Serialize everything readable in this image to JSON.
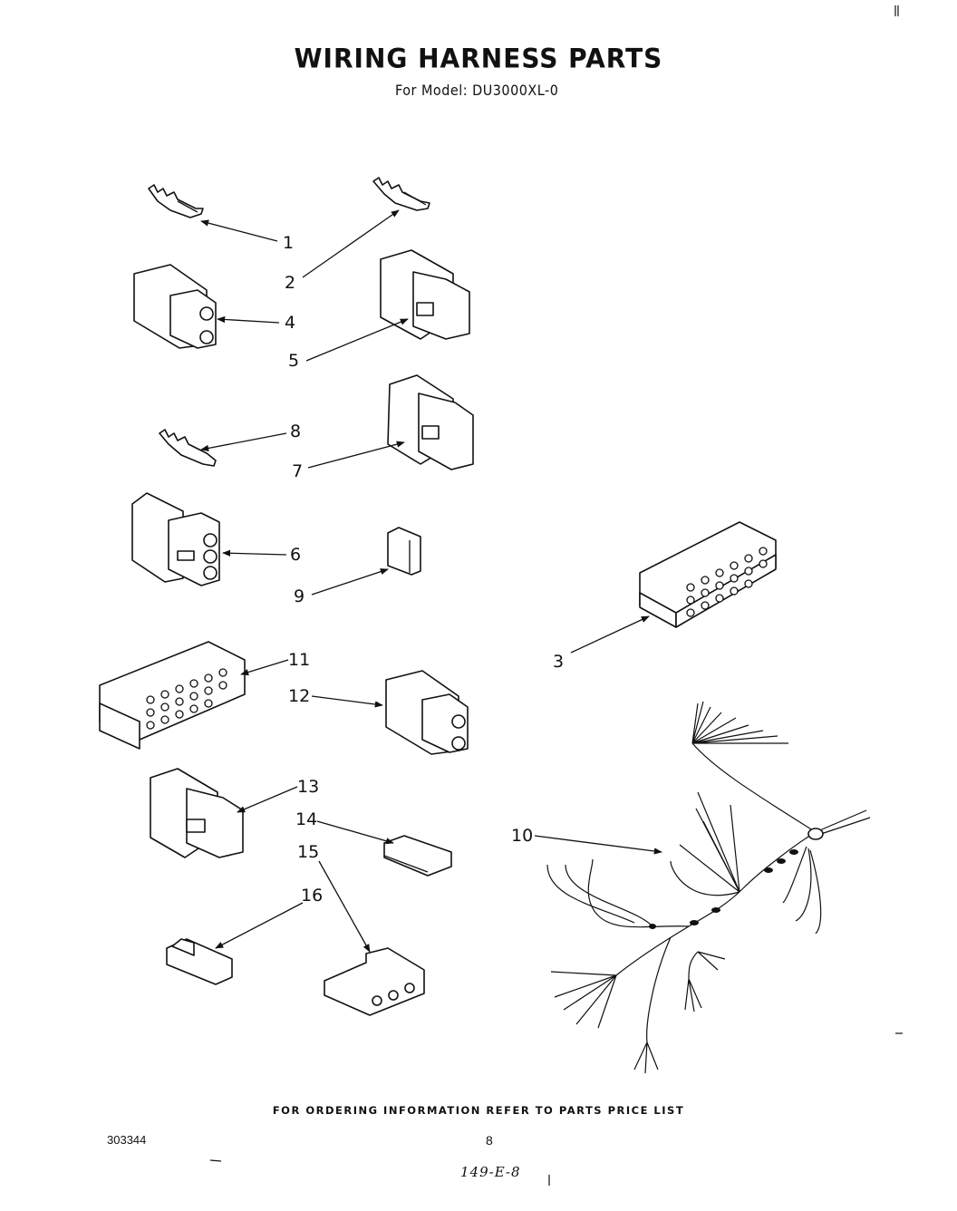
{
  "header": {
    "title": "WIRING HARNESS PARTS",
    "subtitle": "For Model: DU3000XL-0"
  },
  "callouts": [
    "1",
    "2",
    "3",
    "4",
    "5",
    "6",
    "7",
    "8",
    "9",
    "10",
    "11",
    "12",
    "13",
    "14",
    "15",
    "16"
  ],
  "footer": {
    "ordering_note": "FOR ORDERING INFORMATION REFER TO PARTS PRICE LIST",
    "document_number": "303344",
    "page_number": "8",
    "handwritten_code": "149-E-8"
  }
}
